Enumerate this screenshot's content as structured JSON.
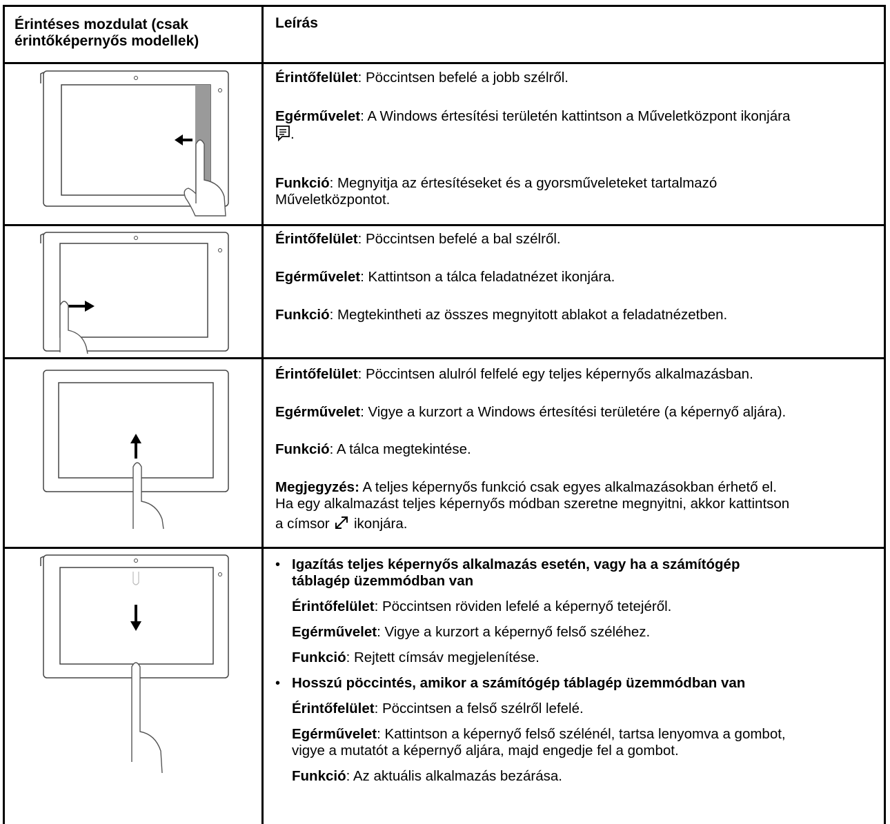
{
  "header": {
    "col1": [
      "Érintéses mozdulat (csak",
      "érintőképernyős modellek)"
    ],
    "col2": "Leírás"
  },
  "rows": [
    {
      "lines": [
        {
          "label": "Érintőfelület",
          "text": ": Pöccintsen befelé a jobb szélről."
        },
        {
          "label": "Egérművelet",
          "text": ": A Windows értesítési területén kattintson a Műveletközpont ikonjára"
        },
        {
          "label": "Funkció",
          "text": ": Megnyitja az értesítéseket és a gyorsműveleteket tartalmazó"
        }
      ],
      "line3b": "Műveletközpontot.",
      "icon": "action-center-icon"
    },
    {
      "lines": [
        {
          "label": "Érintőfelület",
          "text": ": Pöccintsen befelé a bal szélről."
        },
        {
          "label": "Egérművelet",
          "text": ": Kattintson a tálca feladatnézet ikonjára."
        },
        {
          "label": "Funkció",
          "text": ": Megtekintheti az összes megnyitott ablakot a feladatnézetben."
        }
      ]
    },
    {
      "lines": [
        {
          "label": "Érintőfelület",
          "text": ": Pöccintsen alulról felfelé egy teljes képernyős alkalmazásban."
        },
        {
          "label": "Egérművelet",
          "text": ": Vigye a kurzort a Windows értesítési területére (a képernyő aljára)."
        },
        {
          "label": "Funkció",
          "text": ": A tálca megtekintése."
        }
      ],
      "note": {
        "label": "Megjegyzés:",
        "l1": " A teljes képernyős funkció csak egyes alkalmazásokban érhető el.",
        "l2": "Ha egy alkalmazást teljes képernyős módban szeretne megnyitni, akkor kattintson",
        "l3a": "a címsor ",
        "l3b": " ikonjára."
      },
      "icon": "fullscreen-arrow-icon"
    },
    {
      "bullet1": {
        "title": [
          "Igazítás teljes képernyős alkalmazás esetén, vagy ha a számítógép",
          "táblagép üzemmódban van"
        ],
        "lines": [
          {
            "label": "Érintőfelület",
            "text": ": Pöccintsen röviden lefelé a képernyő tetejéről."
          },
          {
            "label": "Egérművelet",
            "text": ": Vigye a kurzort a képernyő felső széléhez."
          },
          {
            "label": "Funkció",
            "text": ": Rejtett címsáv megjelenítése."
          }
        ]
      },
      "bullet2": {
        "title": "Hosszú pöccintés, amikor a számítógép táblagép üzemmódban van",
        "lines": [
          {
            "label": "Érintőfelület",
            "text": ": Pöccintsen a felső szélről lefelé."
          },
          {
            "label": "Egérművelet",
            "text": ": Kattintson a képernyő felső szélénél, tartsa lenyomva a gombot,"
          },
          {
            "label": "Funkció",
            "text": ": Az aktuális alkalmazás bezárása."
          }
        ],
        "line2b": "vigye a mutatót a képernyő aljára, majd engedje fel a gombot."
      },
      "bullet_char": "•"
    }
  ]
}
